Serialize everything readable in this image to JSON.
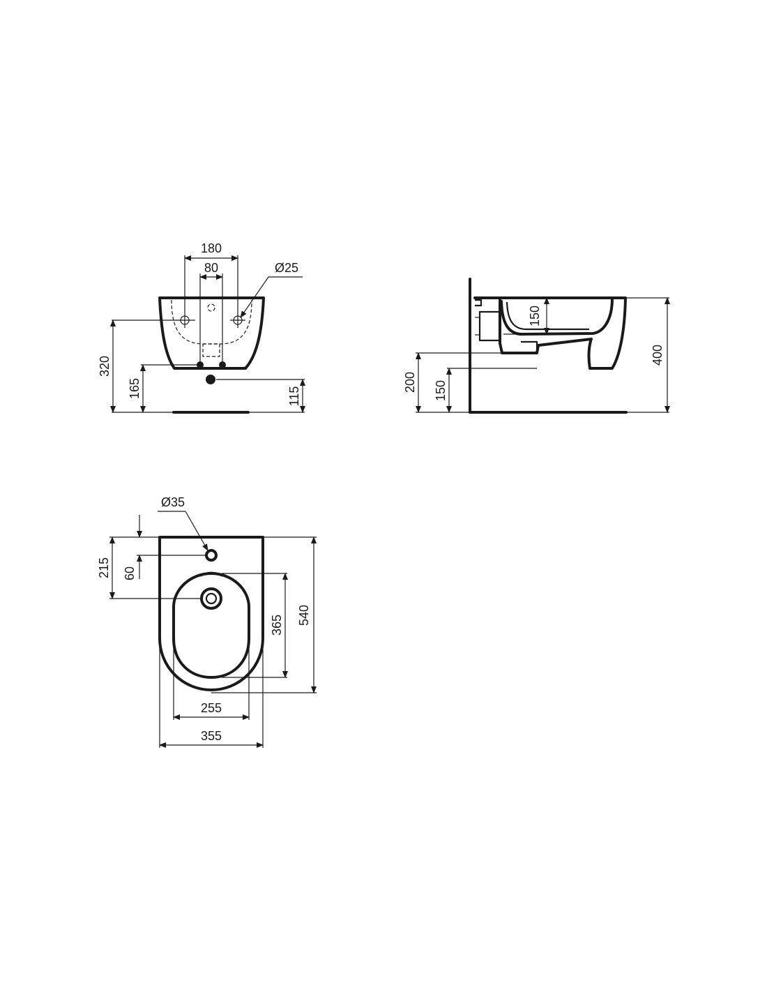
{
  "front_view": {
    "dim_width_outer": "180",
    "dim_width_inner": "80",
    "dim_hole_diameter": "Ø25",
    "dim_height_total": "320",
    "dim_height_inlet": "165",
    "dim_height_outlet": "115"
  },
  "side_view": {
    "dim_bowl_depth": "150",
    "dim_height_total": "400",
    "dim_height_bracket": "200",
    "dim_height_waste": "150"
  },
  "top_view": {
    "dim_tap_hole_diameter": "Ø35",
    "dim_offset_drain": "215",
    "dim_offset_tap": "60",
    "dim_bowl_length": "365",
    "dim_total_length": "540",
    "dim_bowl_width": "255",
    "dim_total_width": "355"
  }
}
